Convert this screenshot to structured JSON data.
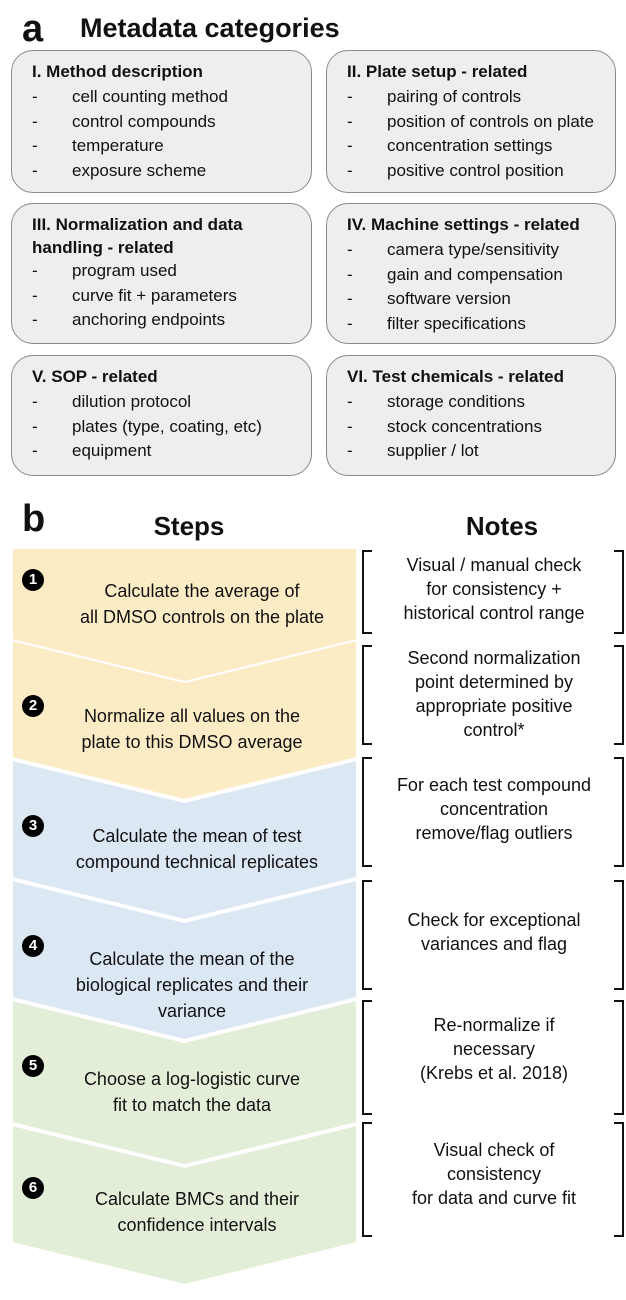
{
  "panel_a": {
    "letter": "a",
    "title": "Metadata categories",
    "boxes": [
      {
        "title": "I. Method description",
        "items": [
          "cell counting method",
          "control compounds",
          "temperature",
          "exposure scheme"
        ]
      },
      {
        "title": "II. Plate setup - related",
        "items": [
          "pairing of controls",
          "position of controls on plate",
          "concentration settings",
          "positive control position"
        ]
      },
      {
        "title_lines": [
          "III. Normalization and data",
          "handling - related"
        ],
        "items": [
          "program used",
          "curve fit + parameters",
          "anchoring endpoints"
        ]
      },
      {
        "title": "IV. Machine settings - related",
        "items": [
          "camera type/sensitivity",
          "gain and compensation",
          "software version",
          "filter specifications"
        ]
      },
      {
        "title": "V. SOP - related",
        "items": [
          "dilution protocol",
          "plates (type, coating, etc)",
          "equipment"
        ]
      },
      {
        "title": "VI. Test chemicals - related",
        "items": [
          "storage conditions",
          "stock concentrations",
          "supplier / lot"
        ]
      }
    ],
    "dash": "-"
  },
  "panel_b": {
    "letter": "b",
    "steps_header": "Steps",
    "notes_header": "Notes",
    "colors": {
      "yellow": "#fcecc5",
      "blue": "#dce7f4",
      "green": "#e3eed9",
      "edge": "#ffffff"
    },
    "steps": [
      {
        "number": "1",
        "lines": [
          "Calculate the average  of",
          "all DMSO controls on the plate"
        ],
        "color": "yellow"
      },
      {
        "number": "2",
        "lines": [
          "Normalize all values on the",
          "plate to this DMSO average"
        ],
        "color": "yellow"
      },
      {
        "number": "3",
        "lines": [
          "Calculate the mean of test",
          "compound technical replicates"
        ],
        "color": "blue"
      },
      {
        "number": "4",
        "lines": [
          "Calculate the mean of the",
          "biological replicates and their",
          "variance"
        ],
        "color": "blue"
      },
      {
        "number": "5",
        "lines": [
          "Choose a log-logistic curve",
          "fit to match the data"
        ],
        "color": "green"
      },
      {
        "number": "6",
        "lines": [
          "Calculate BMCs and their",
          "confidence intervals"
        ],
        "color": "green"
      }
    ],
    "notes": [
      {
        "lines": [
          "Visual / manual check",
          "for consistency +",
          "historical control range"
        ]
      },
      {
        "lines": [
          "Second normalization",
          "point determined by",
          "appropriate positive",
          "control*"
        ]
      },
      {
        "lines": [
          "For each test compound",
          "concentration",
          "remove/flag outliers"
        ]
      },
      {
        "lines": [
          "Check for exceptional",
          "variances and flag"
        ]
      },
      {
        "lines": [
          "Re-normalize if",
          "necessary",
          "(Krebs et al. 2018)"
        ]
      },
      {
        "lines": [
          "Visual check of",
          "consistency",
          "for data and curve fit"
        ]
      }
    ]
  }
}
